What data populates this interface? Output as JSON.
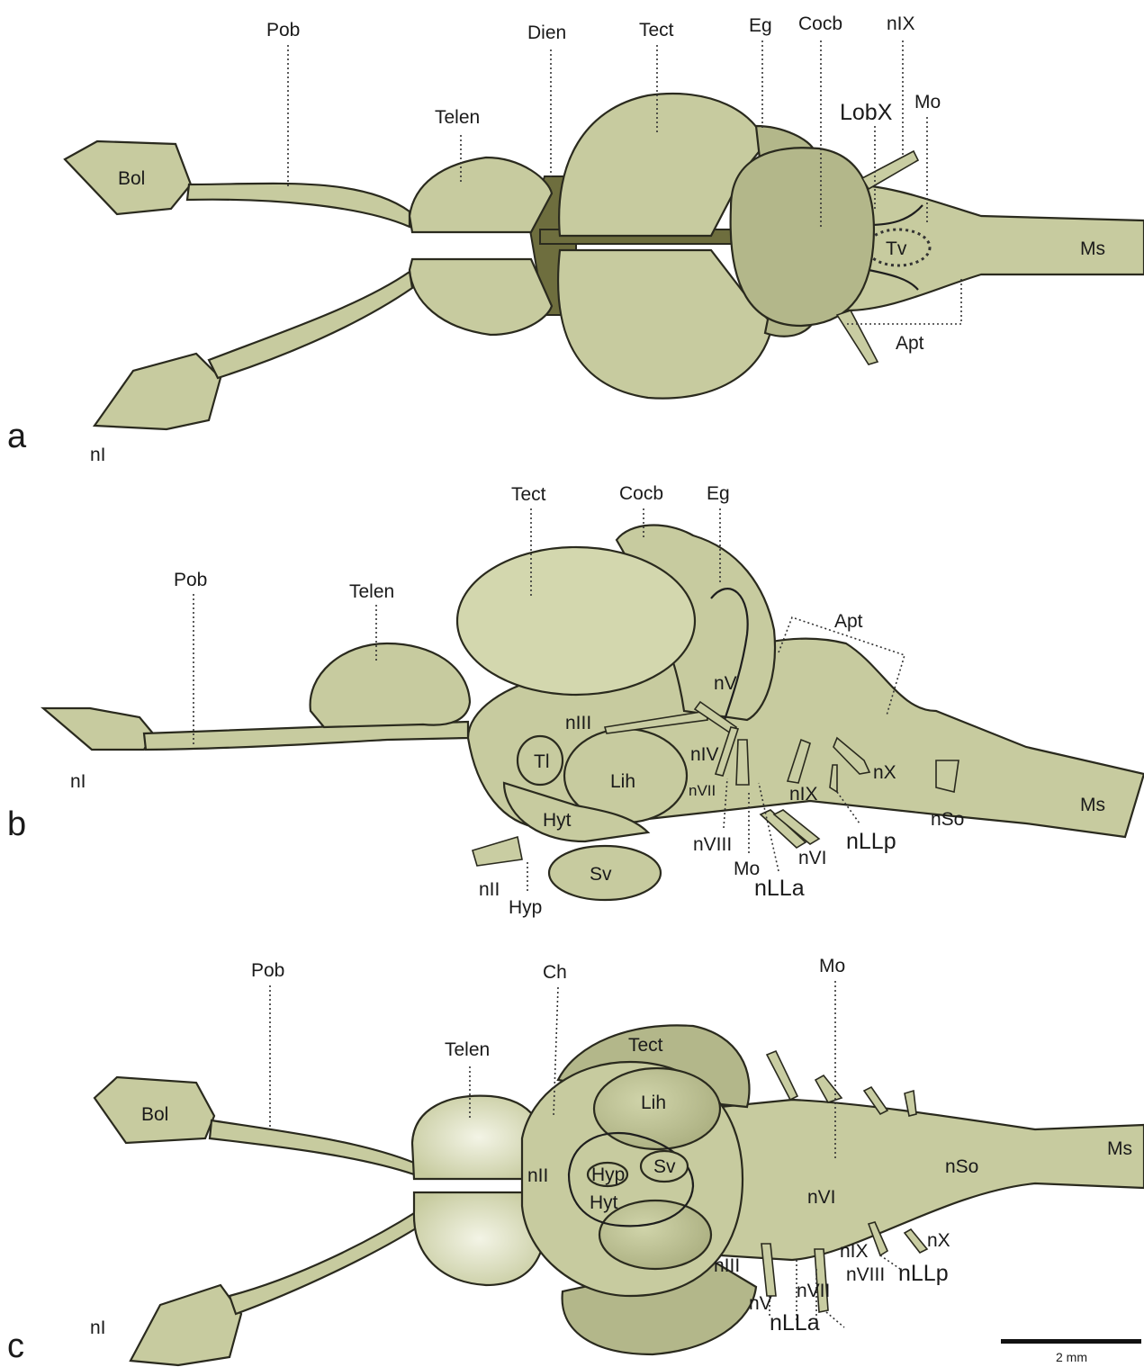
{
  "panels": {
    "a": {
      "letter": "a",
      "labels": {
        "pob": "Pob",
        "dien": "Dien",
        "tect": "Tect",
        "eg": "Eg",
        "cocb": "Cocb",
        "nix": "nIX",
        "telen": "Telen",
        "lobx": "LobX",
        "mo": "Mo",
        "bol": "Bol",
        "tv": "Tv",
        "ms": "Ms",
        "apt": "Apt",
        "ni": "nI"
      }
    },
    "b": {
      "letter": "b",
      "labels": {
        "tect": "Tect",
        "cocb": "Cocb",
        "eg": "Eg",
        "pob": "Pob",
        "telen": "Telen",
        "apt": "Apt",
        "nv": "nV",
        "niii": "nIII",
        "niv": "nIV",
        "tl": "Tl",
        "lih": "Lih",
        "nx": "nX",
        "ni": "nI",
        "nvii": "nVII",
        "nix": "nIX",
        "ms": "Ms",
        "hyt": "Hyt",
        "nso": "nSo",
        "nllp": "nLLp",
        "nviii": "nVIII",
        "nvi": "nVI",
        "mo": "Mo",
        "nii": "nII",
        "sv": "Sv",
        "nlla": "nLLa",
        "hyp": "Hyp"
      }
    },
    "c": {
      "letter": "c",
      "labels": {
        "pob": "Pob",
        "ch": "Ch",
        "mo": "Mo",
        "telen": "Telen",
        "tect": "Tect",
        "bol": "Bol",
        "lih": "Lih",
        "ms": "Ms",
        "nso": "nSo",
        "nii": "nII",
        "hyp": "Hyp",
        "sv": "Sv",
        "hyt": "Hyt",
        "nvi": "nVI",
        "nx": "nX",
        "nix": "nIX",
        "niii": "nIII",
        "nviii": "nVIII",
        "nllp": "nLLp",
        "nvii": "nVII",
        "nv": "nV",
        "ni": "nI",
        "nlla": "nLLa"
      }
    }
  },
  "scale_bar": {
    "label": "2 mm"
  }
}
